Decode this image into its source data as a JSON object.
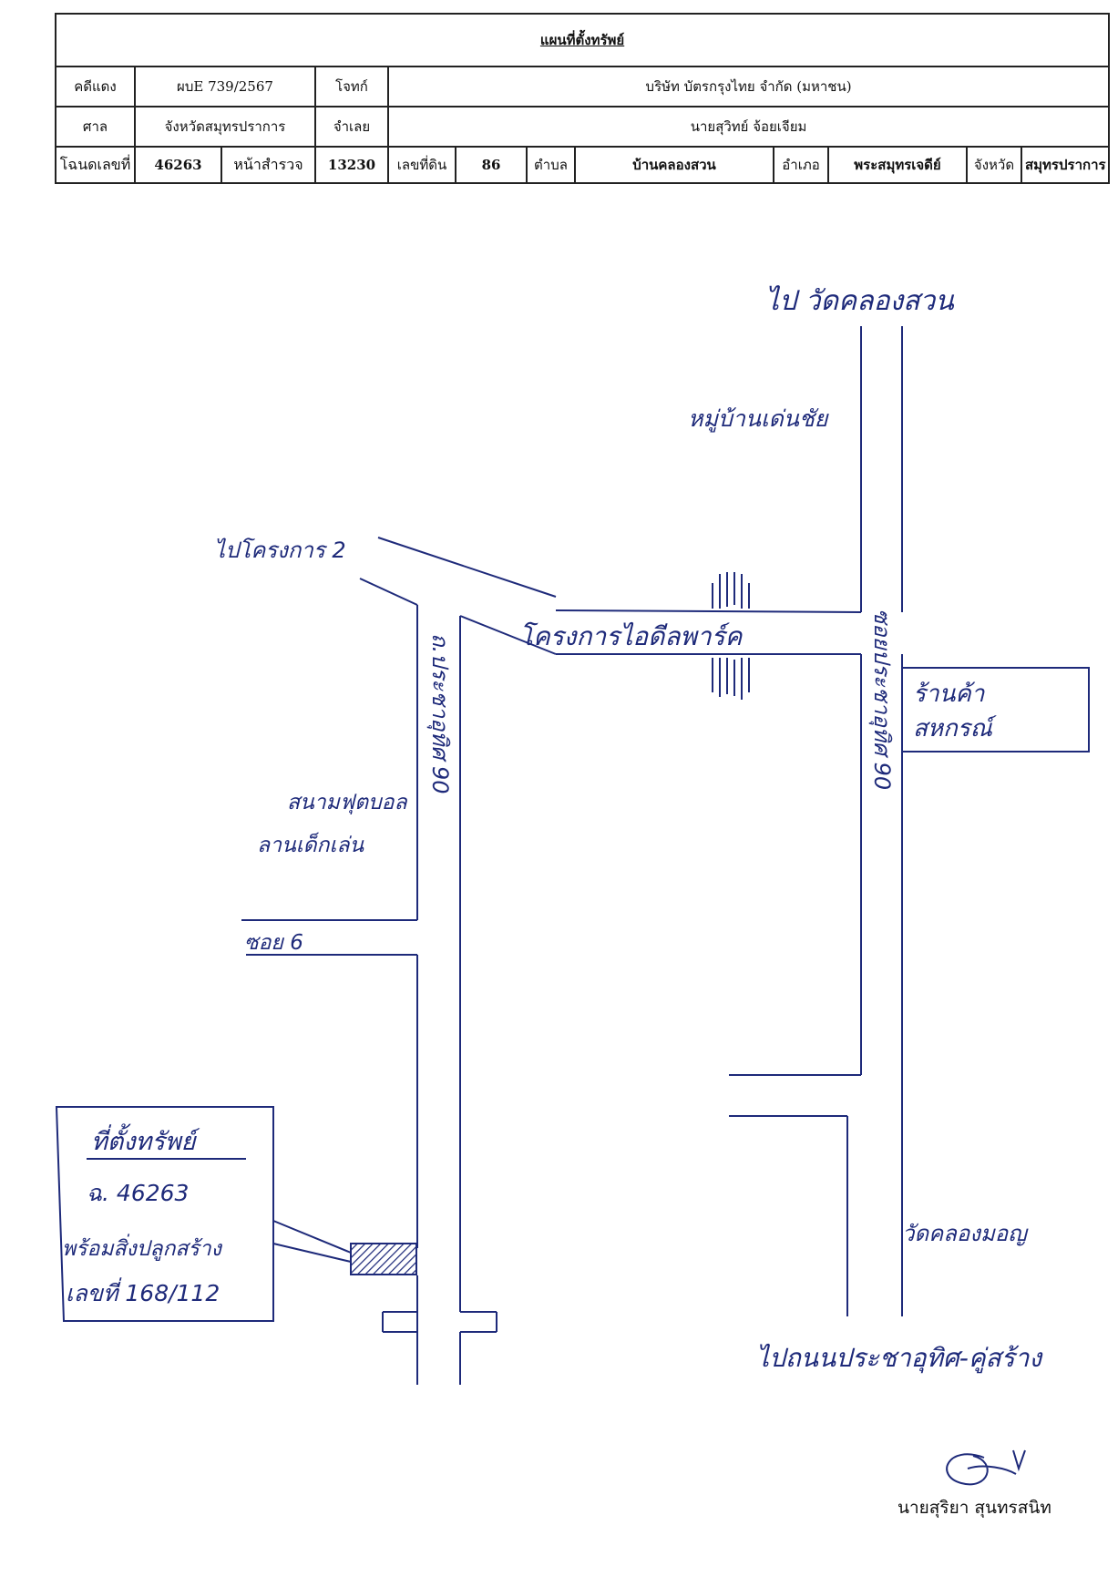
{
  "header": {
    "title": "แผนที่ตั้งทรัพย์",
    "row1": {
      "case_label": "คดีแดง",
      "case_value": "ผบE 739/2567",
      "plaintiff_label": "โจทก์",
      "plaintiff_value": "บริษัท บัตรกรุงไทย จำกัด (มหาชน)"
    },
    "row2": {
      "court_label": "ศาล",
      "court_value": "จังหวัดสมุทรปราการ",
      "defendant_label": "จำเลย",
      "defendant_value": "นายสุวิทย์ จ้อยเจียม"
    },
    "row3": {
      "deed_label": "โฉนดเลขที่",
      "deed_value": "46263",
      "survey_label": "หน้าสำรวจ",
      "survey_value": "13230",
      "land_label": "เลขที่ดิน",
      "land_value": "86",
      "subdistrict_label": "ตำบล",
      "subdistrict_value": "บ้านคลองสวน",
      "district_label": "อำเภอ",
      "district_value": "พระสมุทรเจดีย์",
      "province_label": "จังหวัด",
      "province_value": "สมุทรปราการ"
    }
  },
  "map": {
    "to_wat": "ไป วัดคลองสวน",
    "village": "หมู่บ้านเด่นชัย",
    "to_project": "ไปโครงการ 2",
    "project_name": "โครงการไอดีลพาร์ค",
    "road_left": "ถ.ประชาอุทิศ 90",
    "road_right": "ซอยประชาอุทิศ 90",
    "football_line1": "สนามฟุตบอล",
    "football_line2": "ลานเด็กเล่น",
    "shop_line1": "ร้านค้า",
    "shop_line2": "สหกรณ์",
    "soi": "ซอย 6",
    "temple_right": "วัดคลองมอญ",
    "to_main_road": "ไปถนนประชาอุทิศ-คู่สร้าง",
    "property_title": "ที่ตั้งทรัพย์",
    "property_deed": "ฉ. 46263",
    "property_house": "พร้อมสิ่งปลูกสร้าง",
    "property_number": "เลขที่ 168/112"
  },
  "signature": {
    "name": "นายสุริยา สุนทรสนิท"
  },
  "colors": {
    "ink": "#1e2a7a",
    "table_border": "#222222"
  }
}
